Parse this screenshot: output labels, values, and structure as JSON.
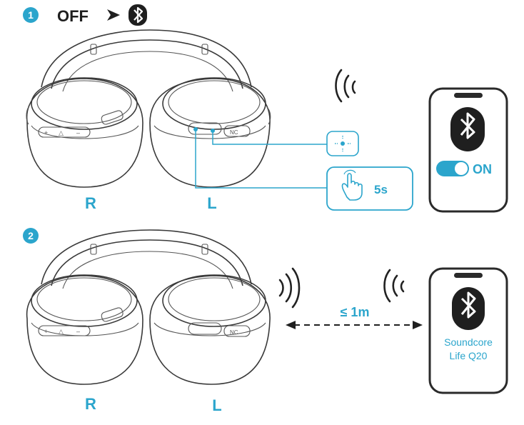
{
  "colors": {
    "accent": "#2ba5cc",
    "ink": "#1f1f1f",
    "line": "#3a3a3a"
  },
  "step1": {
    "number": "1",
    "state_from": "OFF",
    "arrow_icon": "arrow-right-icon",
    "bluetooth_icon": "bluetooth-icon",
    "right_label": "R",
    "left_label": "L",
    "press_duration": "5s",
    "toggle_label": "ON"
  },
  "step2": {
    "number": "2",
    "right_label": "R",
    "left_label": "L",
    "distance": "≤ 1m",
    "device_name_line1": "Soundcore",
    "device_name_line2": "Life Q20"
  }
}
